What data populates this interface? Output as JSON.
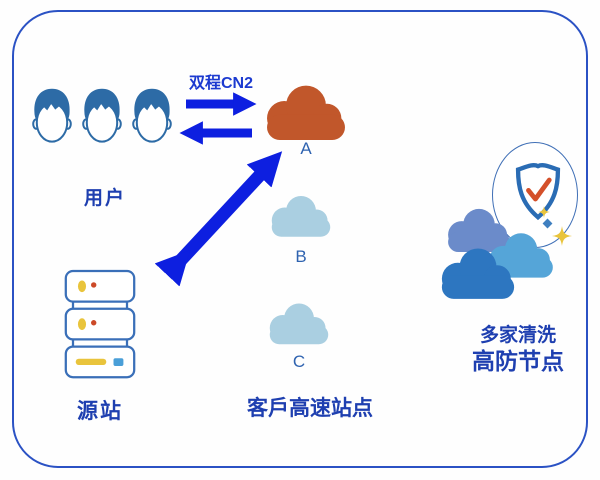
{
  "users": {
    "label": "用户",
    "count": 3
  },
  "link": {
    "label": "双程CN2"
  },
  "sites": {
    "label": "客戶高速站点",
    "nodes": [
      {
        "label": "A",
        "state": "active"
      },
      {
        "label": "B",
        "state": "standby"
      },
      {
        "label": "C",
        "state": "standby"
      }
    ]
  },
  "origin": {
    "label": "源站"
  },
  "protection": {
    "line1": "多家清洗",
    "line2": "高防节点"
  },
  "icons": {
    "users": "user-head-icon",
    "site_active": "cloud-icon-orange",
    "site_standby": "cloud-icon-lightblue",
    "origin": "server-stack-icon",
    "protection": "shield-check-icon",
    "protection_clouds": "cloud-cluster-icon",
    "link_arrows": "double-direction-arrow-icons",
    "sparkles": "sparkle-star-icons"
  },
  "colors": {
    "frame_border": "#2b52c4",
    "arrow_blue": "#0d1fe0",
    "label_blue": "#1e3fb0",
    "node_label_blue": "#2f63b0",
    "cloud_active": "#c1572b",
    "cloud_standby": "#aacfe1",
    "cluster_back": "#6b8bca",
    "cluster_right": "#55a5d8",
    "cluster_front": "#2d76c0",
    "user_blue": "#2d6ba6",
    "server_outline": "#3a6fb8",
    "shield_blue": "#2a6cb4",
    "check_orange": "#d4502a",
    "sparkle_yellow": "#e9c43c"
  }
}
